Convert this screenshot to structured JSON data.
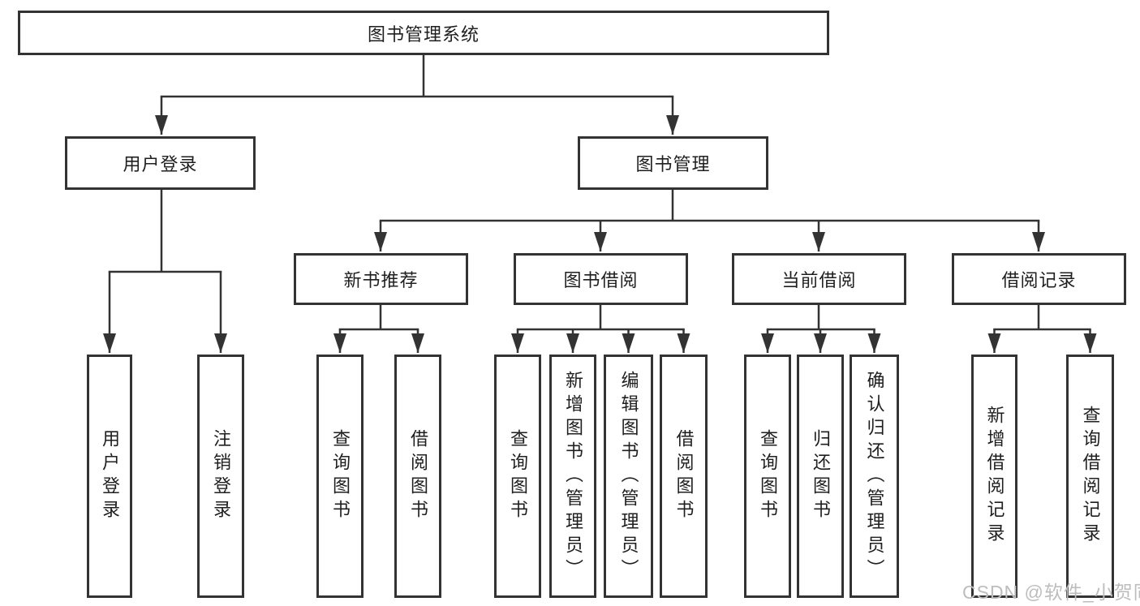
{
  "diagram": {
    "root": {
      "label": "图书管理系统",
      "children": [
        {
          "label": "用户登录",
          "children": [
            {
              "label": "用户登录"
            },
            {
              "label": "注销登录"
            }
          ]
        },
        {
          "label": "图书管理",
          "children": [
            {
              "label": "新书推荐",
              "children": [
                {
                  "label": "查询图书"
                },
                {
                  "label": "借阅图书"
                }
              ]
            },
            {
              "label": "图书借阅",
              "children": [
                {
                  "label": "查询图书"
                },
                {
                  "label": "新增图书（管理员）"
                },
                {
                  "label": "编辑图书（管理员）"
                },
                {
                  "label": "借阅图书"
                }
              ]
            },
            {
              "label": "当前借阅",
              "children": [
                {
                  "label": "查询图书"
                },
                {
                  "label": "归还图书"
                },
                {
                  "label": "确认归还（管理员）"
                }
              ]
            },
            {
              "label": "借阅记录",
              "children": [
                {
                  "label": "新增借阅记录"
                },
                {
                  "label": "查询借阅记录"
                }
              ]
            }
          ]
        }
      ]
    }
  },
  "watermark": {
    "text": "CSDN @软件_小贺同学"
  },
  "colors": {
    "line": "#333333",
    "box_border": "#333333",
    "box_fill": "#ffffff",
    "text": "#1f1f1f",
    "watermark": "#bdbdbd",
    "background": "#ffffff"
  }
}
